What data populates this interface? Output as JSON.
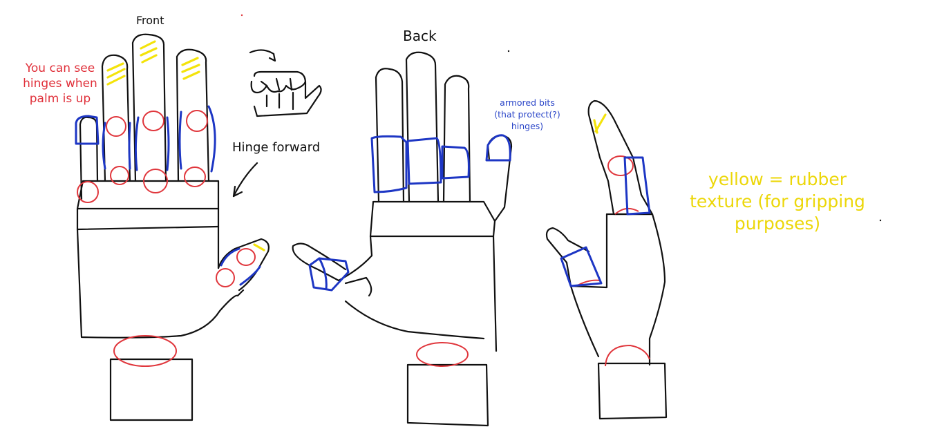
{
  "labels": {
    "front": "Front",
    "back": "Back",
    "hinge_forward": "Hinge forward",
    "hinges_note": "You can see\nhinges when\npalm is up",
    "armored_note": "armored bits\n(that protect(?)\nhinges)",
    "legend": "yellow = rubber\ntexture (for gripping\npurposes)"
  },
  "colors": {
    "outline": "#111111",
    "hinge": "#e0363c",
    "armor": "#1d36c4",
    "rubber": "#f4e30a"
  }
}
